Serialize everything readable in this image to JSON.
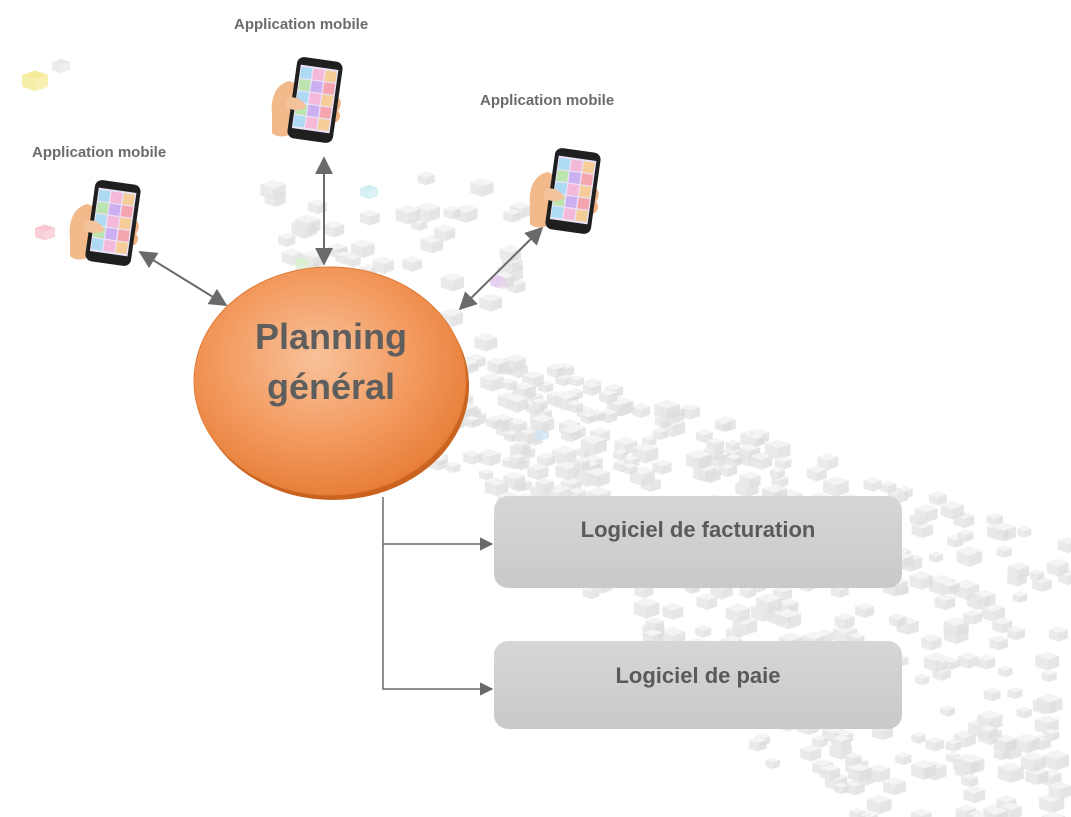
{
  "diagram": {
    "center": {
      "line1": "Planning",
      "line2": "général",
      "color": "#f39a5f"
    },
    "mobile_apps": [
      {
        "label": "Application mobile",
        "icon": "smartphone-in-hand-icon"
      },
      {
        "label": "Application mobile",
        "icon": "smartphone-in-hand-icon"
      },
      {
        "label": "Application mobile",
        "icon": "smartphone-in-hand-icon"
      }
    ],
    "software": [
      {
        "label": "Logiciel de facturation"
      },
      {
        "label": "Logiciel de paie"
      }
    ],
    "arrow_color": "#6a6a6a",
    "box_color": "#cfcfcf"
  }
}
